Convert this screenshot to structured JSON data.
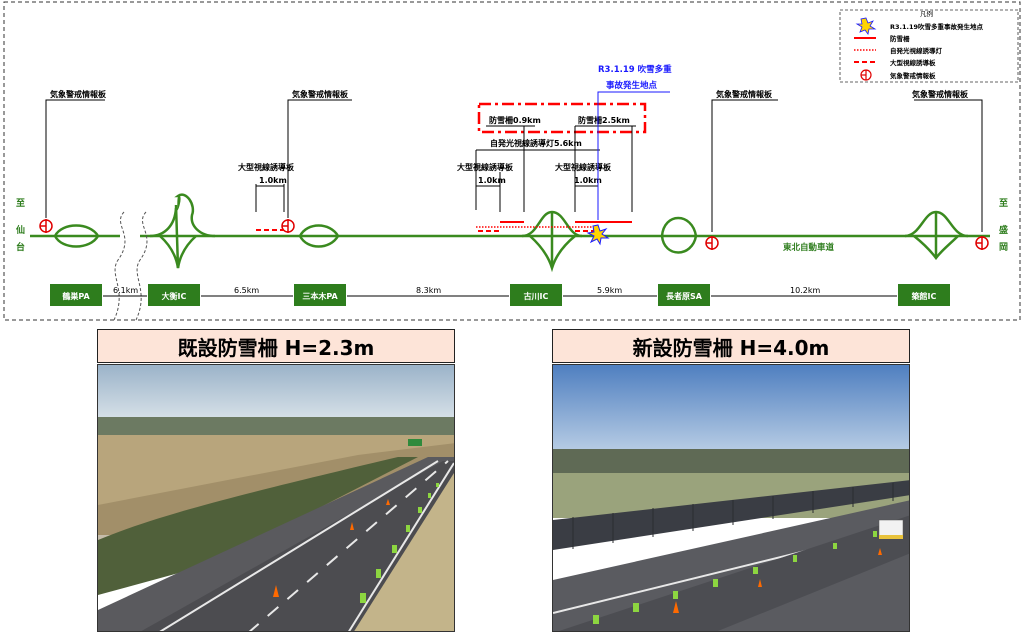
{
  "diagram": {
    "direction_left": [
      "至",
      "仙",
      "台"
    ],
    "direction_right": [
      "至",
      "盛",
      "岡"
    ],
    "highway_name": "東北自動車道",
    "accident_label_line1": "R3.1.19 吹雪多重",
    "accident_label_line2": "事故発生地点",
    "info_board_labels": [
      "気象警戒情報板",
      "気象警戒情報板",
      "気象警戒情報板",
      "気象警戒情報板"
    ],
    "guide_board_label": "大型視線誘導板",
    "distance_1_0": "1.0km",
    "snow_fence_09": "防雪柵0.9km",
    "snow_fence_25": "防雪柵2.5km",
    "light_56": "自発光視線誘導灯5.6km",
    "facilities": [
      {
        "name": "鶴巣PA"
      },
      {
        "name": "大衡IC"
      },
      {
        "name": "三本木PA"
      },
      {
        "name": "古川IC"
      },
      {
        "name": "長者原SA"
      },
      {
        "name": "築館IC"
      }
    ],
    "gaps": [
      "6.1km",
      "6.5km",
      "8.3km",
      "5.9km",
      "10.2km"
    ],
    "legend": {
      "title": "凡例",
      "items": [
        {
          "label": "R3.1.19吹雪多重事故発生地点",
          "icon": "explosion-icon"
        },
        {
          "label": "防雪柵",
          "icon": "solid-line-icon"
        },
        {
          "label": "自発光視線誘導灯",
          "icon": "dotted-line-icon"
        },
        {
          "label": "大型視線誘導板",
          "icon": "dashed-line-icon"
        },
        {
          "label": "気象警戒情報板",
          "icon": "info-board-icon"
        }
      ]
    },
    "colors": {
      "road": "#3a8a1f",
      "facility": "#2e7d1d",
      "fence": "#ff0000",
      "accident": "#1a1aff"
    }
  },
  "photos": {
    "left_caption": "既設防雪柵 H=2.3m",
    "right_caption": "新設防雪柵 H=4.0m"
  }
}
